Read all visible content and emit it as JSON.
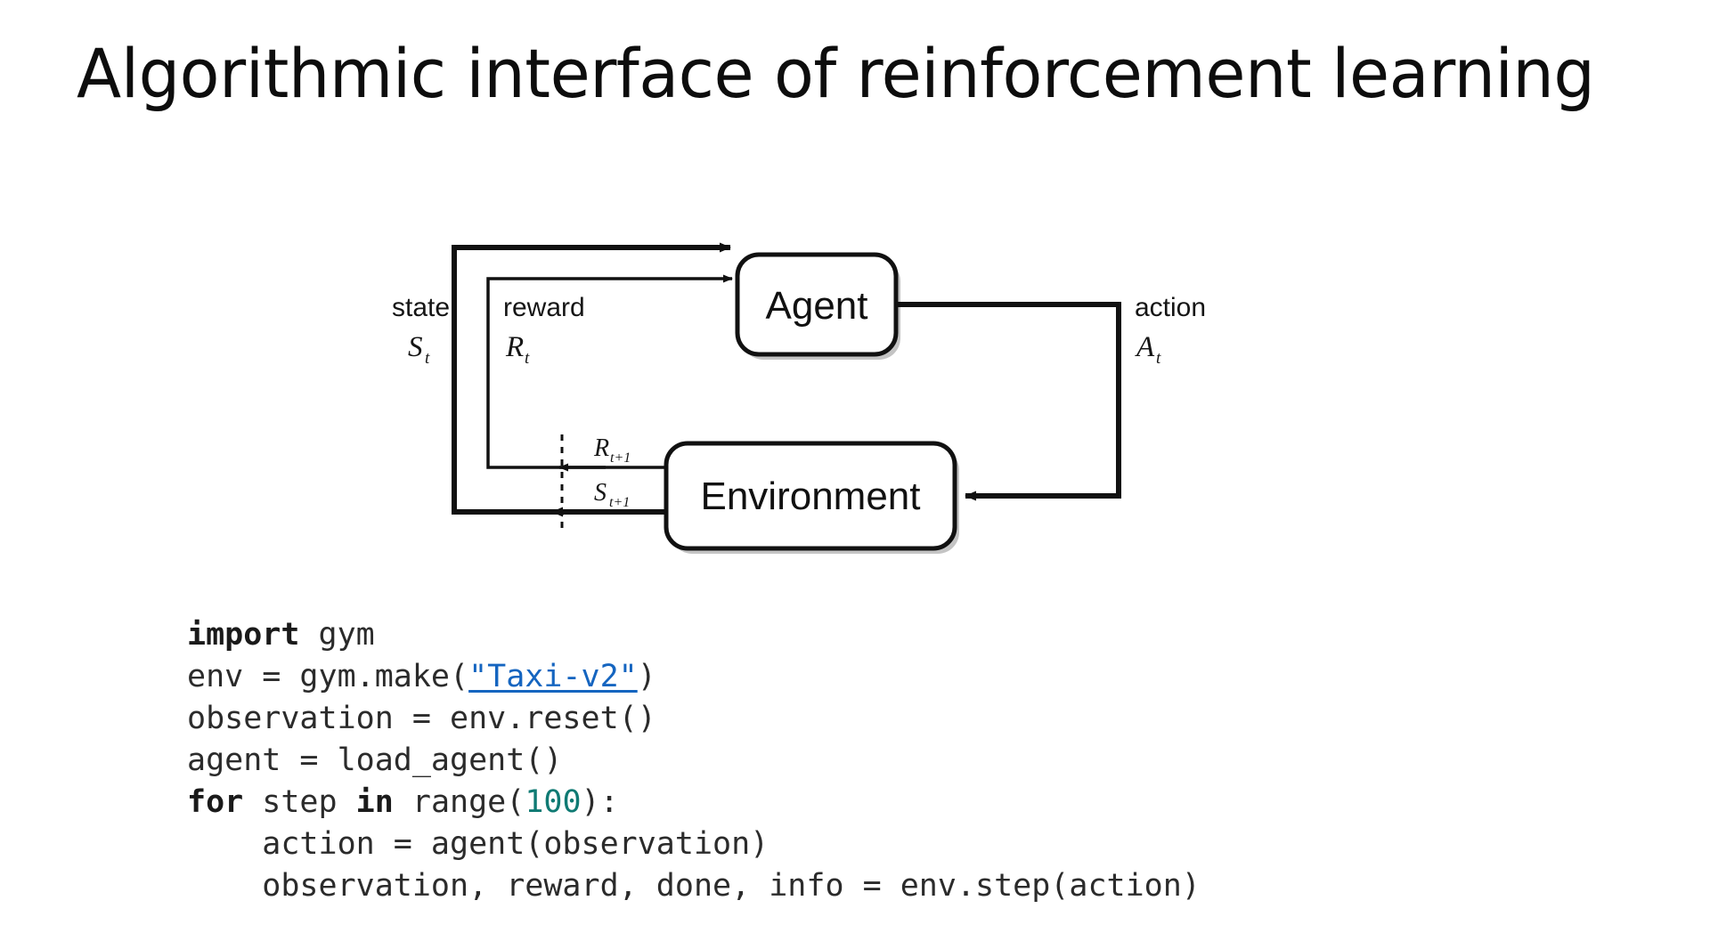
{
  "slide": {
    "title": "Algorithmic interface of reinforcement learning",
    "background_color": "#ffffff"
  },
  "diagram": {
    "name": "agent-environment-interaction-loop",
    "nodes": [
      {
        "id": "agent",
        "label": "Agent"
      },
      {
        "id": "environment",
        "label": "Environment"
      }
    ],
    "edge_labels": {
      "state_word": "state",
      "state_symbol": "S",
      "state_subscript": "t",
      "reward_word": "reward",
      "reward_symbol": "R",
      "reward_subscript": "t",
      "action_word": "action",
      "action_symbol": "A",
      "action_subscript": "t",
      "reward_next_symbol": "R",
      "reward_next_subscript": "t+1",
      "state_next_symbol": "S",
      "state_next_subscript": "t+1"
    },
    "stroke_color": "#111111"
  },
  "code": {
    "language": "python",
    "link_color": "#1565c0",
    "number_color": "#0f7a73",
    "text_color": "#2b2b2b",
    "lines": [
      {
        "id": "line-1",
        "tokens": [
          {
            "text": "import",
            "style": "keyword"
          },
          {
            "text": " gym",
            "style": "plain"
          }
        ]
      },
      {
        "id": "line-2",
        "tokens": [
          {
            "text": "env = gym.make(",
            "style": "plain"
          },
          {
            "text": "\"Taxi-v2\"",
            "style": "link"
          },
          {
            "text": ")",
            "style": "plain"
          }
        ]
      },
      {
        "id": "line-3",
        "tokens": [
          {
            "text": "observation = env.reset()",
            "style": "plain"
          }
        ]
      },
      {
        "id": "line-4",
        "tokens": [
          {
            "text": "agent = load_agent()",
            "style": "plain"
          }
        ]
      },
      {
        "id": "line-5",
        "tokens": [
          {
            "text": "for",
            "style": "keyword"
          },
          {
            "text": " step ",
            "style": "plain"
          },
          {
            "text": "in",
            "style": "keyword"
          },
          {
            "text": " range(",
            "style": "plain"
          },
          {
            "text": "100",
            "style": "number"
          },
          {
            "text": "):",
            "style": "plain"
          }
        ]
      },
      {
        "id": "line-6",
        "tokens": [
          {
            "text": "    action = agent(observation)",
            "style": "plain"
          }
        ]
      },
      {
        "id": "line-7",
        "tokens": [
          {
            "text": "    observation, reward, done, info = env.step(action)",
            "style": "plain"
          }
        ]
      }
    ]
  }
}
